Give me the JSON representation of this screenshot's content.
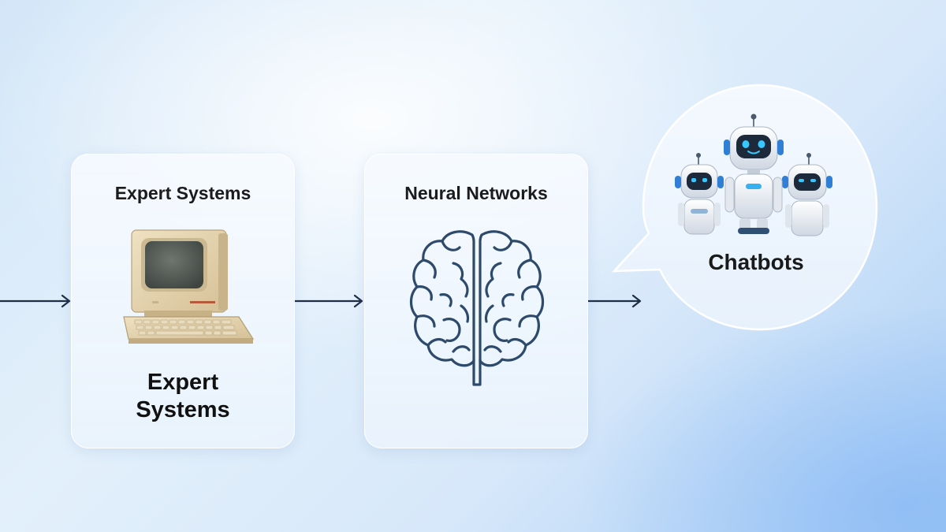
{
  "diagram": {
    "stages": [
      {
        "title": "Expert Systems",
        "caption_lines": [
          "Expert",
          "Systems"
        ],
        "icon": "vintage-computer-icon"
      },
      {
        "title": "Neural Networks",
        "icon": "brain-icon"
      },
      {
        "label": "Chatbots",
        "icon": "robots-icon",
        "shape": "speech-bubble"
      }
    ],
    "arrow_color": "#1f2d45",
    "brain_color": "#2e4a6b"
  }
}
